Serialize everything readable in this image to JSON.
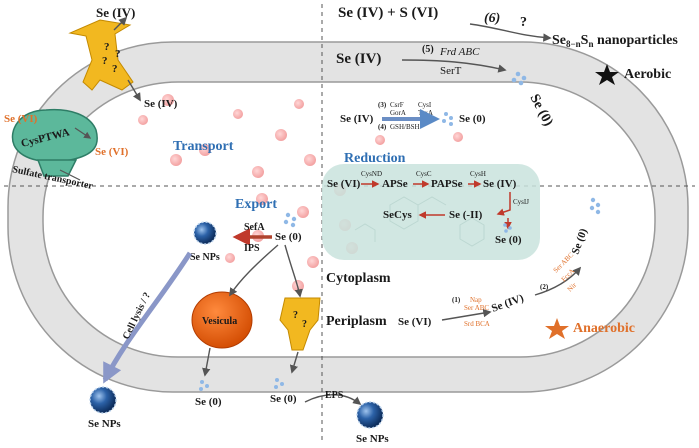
{
  "top_reaction": {
    "text": "Se (IV) + S (VI)",
    "number": "(6)",
    "question": "?",
    "product_main": "Se",
    "product_sub1": "8−n",
    "product_mid": "S",
    "product_sub2": "n",
    "product_tail": " nanoparticles"
  },
  "aerobic": {
    "label": "Aerobic",
    "color": "#111111"
  },
  "anaerobic": {
    "label": "Anaerobic",
    "color": "#e0702a"
  },
  "pathway5": {
    "se_iv": "Se (IV)",
    "number": "(5)",
    "enzyme1": "Frd ABC",
    "enzyme2": "SerT",
    "se0": "Se (0)"
  },
  "pathway34": {
    "se_iv": "Se (IV)",
    "n3": "(3)",
    "e3a": "CsrF",
    "e3b": "CysI",
    "e3c": "GorA",
    "e3d": "TrxA",
    "n4": "(4)",
    "e4": "GSH/BSH",
    "se0": "Se (0)"
  },
  "transport": {
    "title": "Transport",
    "top_se_iv": "Se (IV)",
    "inner_se_iv": "Se (IV)",
    "se_vi_out": "Se (VI)",
    "se_vi_in": "Se (VI)",
    "cys_label": "CysPTWA",
    "sulfate_label": "Sulfate transporter",
    "questions": [
      "?",
      "?",
      "?",
      "?"
    ]
  },
  "reduction": {
    "title": "Reduction",
    "se_vi": "Se (VI)",
    "cysnd": "CysND",
    "apse": "APSe",
    "cysc": "CysC",
    "papse": "PAPSe",
    "cysh": "CysH",
    "se_iv": "Se (IV)",
    "cysij": "CysIJ",
    "se_minus2": "Se (-II)",
    "secys": "SeCys",
    "se0": "Se (0)"
  },
  "export": {
    "title": "Export",
    "se0": "Se (0)",
    "sefa": "SefA",
    "ips": "IPS",
    "np": "Se NPs",
    "cell_lysis": "Cell lysis / ?",
    "vesicula": "Vesicula",
    "questions": [
      "?",
      "?"
    ],
    "bottom_se0_a": "Se (0)",
    "bottom_se0_b": "Se (0)",
    "eps": "EPS",
    "bottom_np_left": "Se NPs",
    "bottom_np_right": "Se NPs"
  },
  "cytoplasm": {
    "label": "Cytoplasm"
  },
  "periplasm": {
    "label": "Periplasm",
    "se_vi": "Se (VI)",
    "n1": "(1)",
    "e1a": "Nap",
    "e1b": "Ser ABC",
    "e1c": "Srd BCA",
    "se_iv": "Se (IV)",
    "n2": "(2)",
    "e2a": "Ser ABC",
    "e2b": "FccA",
    "e2c": "Nir",
    "se0": "Se (0)",
    "se0_top": "Se (0)"
  }
}
